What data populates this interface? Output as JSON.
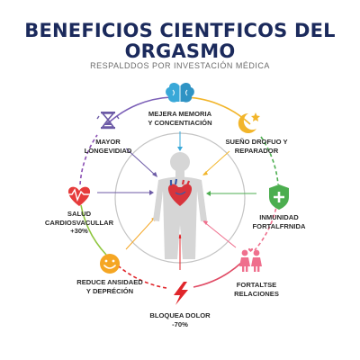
{
  "title": {
    "line1": "BENEFICIOS CIENTFICOS DEL",
    "line2": "ORGASMO"
  },
  "subtitle": "RESPALDDOS POR INVESTACIÓN MÉDICA",
  "colors": {
    "title": "#1b2a5c",
    "brain": "#39a8d8",
    "moon": "#f2b52a",
    "shield": "#4cae4f",
    "couple": "#ef6f8d",
    "bolt": "#e0262b",
    "smile": "#f5a623",
    "heart": "#e63b3b",
    "hourglass": "#6c5aa6"
  },
  "benefits": [
    {
      "id": "memory",
      "icon": "brain-icon",
      "line1": "MEJERA MEMORIA",
      "line2": "Y CONCENTIACIÓN"
    },
    {
      "id": "sleep",
      "icon": "moon-icon",
      "line1": "SUEÑO DROFUO Y",
      "line2": "REPARADOR"
    },
    {
      "id": "immunity",
      "icon": "shield-icon",
      "line1": "INMUNIDAD",
      "line2": "FORTALFRNIDA"
    },
    {
      "id": "relations",
      "icon": "couple-icon",
      "line1": "FORTALTSE",
      "line2": "RELACIONES"
    },
    {
      "id": "pain",
      "icon": "lightning-icon",
      "line1": "BLOQUEA DOLOR",
      "line2": "-70%"
    },
    {
      "id": "anxiety",
      "icon": "smile-icon",
      "line1": "REDUCE ANSIDAED",
      "line2": "Y DEPRÉCIÓN"
    },
    {
      "id": "cardio",
      "icon": "heart-pulse-icon",
      "line1": "SALUD",
      "line2": "CARDIOSVACULLAR",
      "line3": "+30%"
    },
    {
      "id": "longevity",
      "icon": "hourglass-icon",
      "line1": "MAYOR",
      "line2": "LONGEVIDIAD"
    }
  ]
}
